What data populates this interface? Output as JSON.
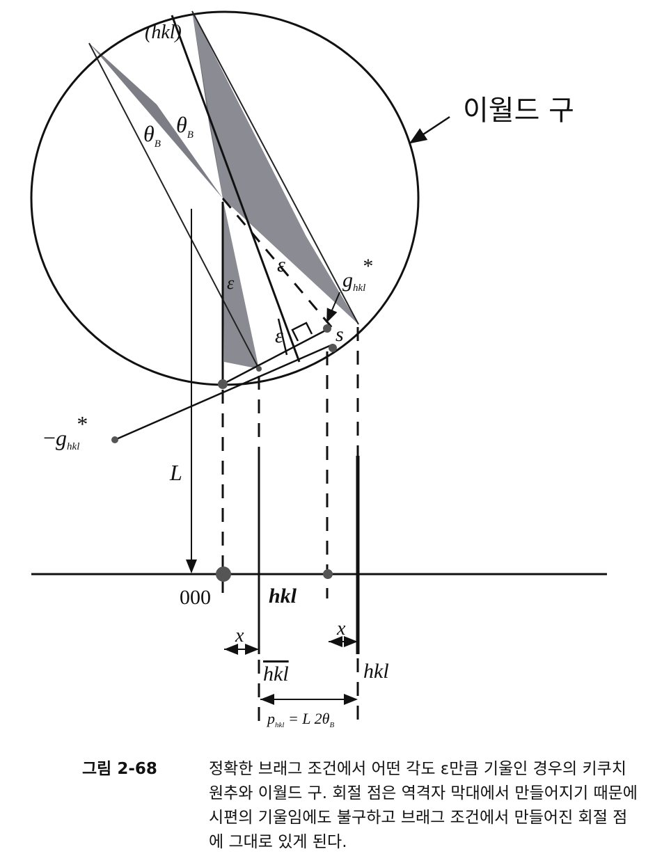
{
  "diagram": {
    "plane_label": "(hkl)",
    "theta_left": "θ",
    "theta_right": "θ",
    "theta_sub": "B",
    "ewald_label": "이월드 구",
    "epsilon": "ε",
    "g_label": "g",
    "g_sub": "hkl",
    "star": "*",
    "s_label": "s",
    "neg_g_prefix": "−",
    "L_label": "L",
    "origin_label": "000",
    "hkl_point_label": "hkl",
    "x_label": "x",
    "hkl_bar_label": "hkl",
    "hkl_spot_label": "hkl",
    "p_label": "p",
    "p_sub": "hkl",
    "p_eq": " = L 2θ",
    "p_theta_sub": "B"
  },
  "caption": {
    "number": "그림 2-68",
    "text": "정확한 브래그 조건에서 어떤 각도 ε만큼 기울인 경우의 키쿠치 원추와 이월드 구. 회절 점은 역격자 막대에서 만들어지기 때문에 시편의 기울임에도 불구하고 브래그 조건에서 만들어진 회절 점에 그대로 있게 된다."
  }
}
